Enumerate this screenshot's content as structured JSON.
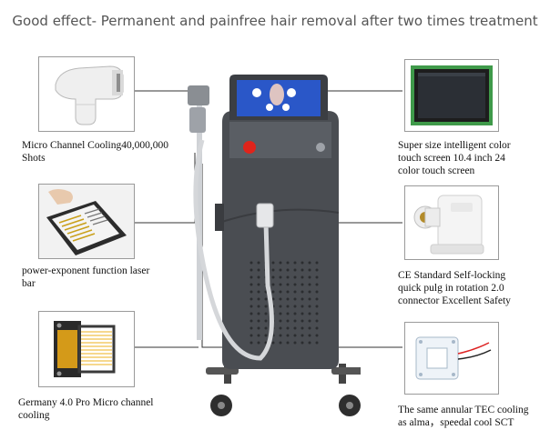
{
  "headline": "Good effect- Permanent and painfree hair removal after two times treatment",
  "features": [
    {
      "id": "micro-channel-cooling",
      "caption_lines": [
        "Micro Channel Cooling40,000,000",
        "Shots"
      ]
    },
    {
      "id": "laser-bar",
      "caption_lines": [
        "power-exponent function laser",
        "bar"
      ]
    },
    {
      "id": "germany-cooling",
      "caption_lines": [
        "Germany 4.0 Pro Micro channel",
        "cooling"
      ]
    },
    {
      "id": "touch-screen",
      "caption_lines": [
        "Super size intelligent color",
        "touch screen 10.4 inch 24",
        "color touch screen"
      ]
    },
    {
      "id": "connector",
      "caption_lines": [
        "CE Standard Self-locking",
        "quick pulg in rotation 2.0",
        "connector Excellent Safety"
      ]
    },
    {
      "id": "tec-cooling",
      "caption_lines": [
        "The same annular TEC cooling",
        "as alma，speedal cool SCT"
      ]
    }
  ],
  "colors": {
    "machine_body": "#4a4d52",
    "screen_blue": "#2a57c8",
    "accent_red": "#e0241b",
    "gold": "#d9a21f",
    "pcb_green": "#3f9a4a"
  }
}
